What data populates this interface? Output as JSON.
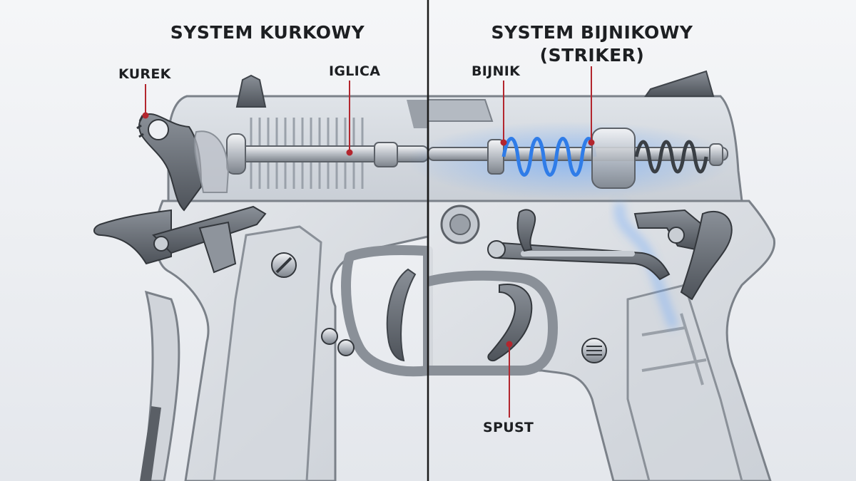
{
  "titles": {
    "left": "SYSTEM KURKOWY",
    "right_line1": "SYSTEM BIJNIKOWY",
    "right_line2": "(STRIKER)"
  },
  "labels": {
    "kurek": "KUREK",
    "iglica": "IGLICA",
    "bijnik": "BIJNIK",
    "spust": "SPUST"
  },
  "colors": {
    "leader": "#b3262e",
    "divider": "#1a1a1a",
    "spring_glow": "#3d8bff",
    "metal": "#6f747b"
  }
}
